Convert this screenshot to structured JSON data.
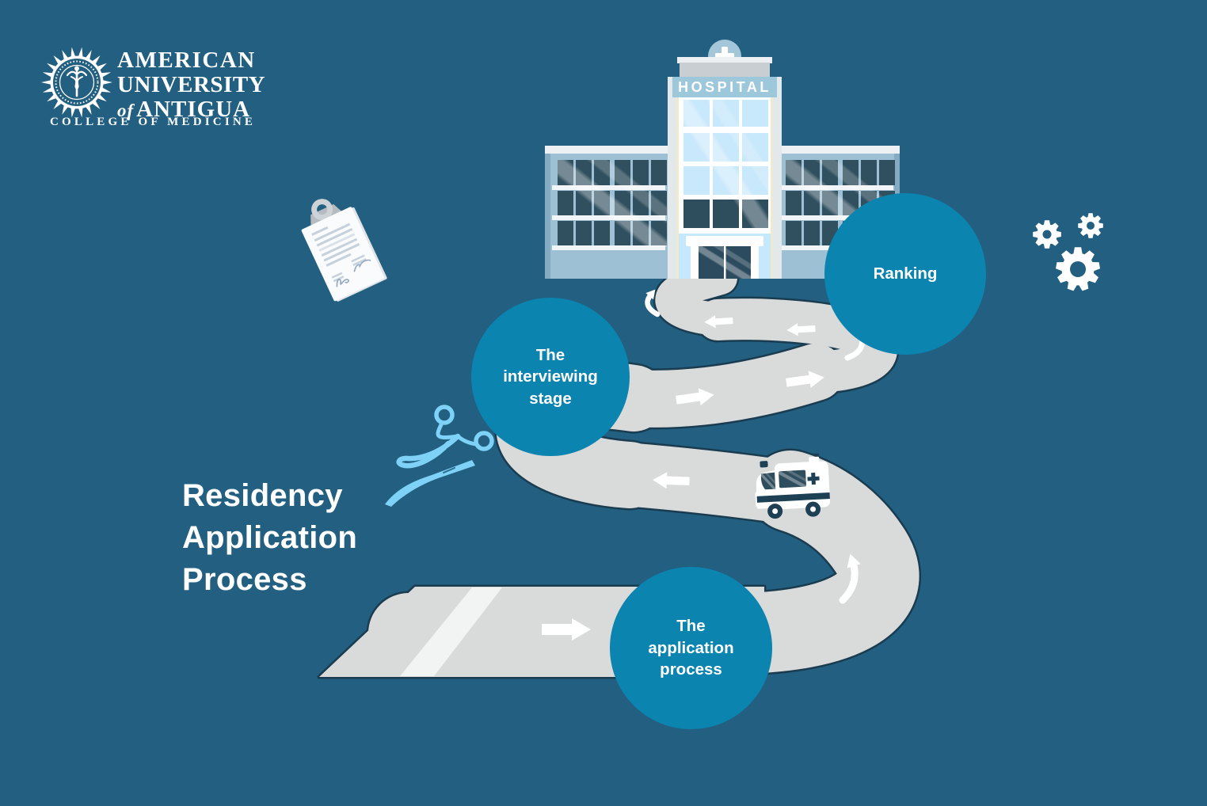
{
  "brand": {
    "line1": "AMERICAN",
    "line2": "UNIVERSITY",
    "line3_of": "of",
    "line3": "ANTIGUA",
    "line4": "COLLEGE OF MEDICINE"
  },
  "title": {
    "lines": [
      "Residency",
      "Application",
      "Process"
    ]
  },
  "hospital_sign": "HOSPITAL",
  "steps": [
    {
      "id": "application",
      "label": "The\napplication\nprocess"
    },
    {
      "id": "interviewing",
      "label": "The\ninterviewing\nstage"
    },
    {
      "id": "ranking",
      "label": "Ranking"
    }
  ],
  "icons": {
    "seal": "university-seal-icon",
    "caduceus": "caduceus-icon",
    "hospital_cross": "medical-cross-icon",
    "hospital": "hospital-building-illustration",
    "road": "winding-road-illustration",
    "arrows": "road-direction-arrows",
    "ambulance": "ambulance-icon",
    "clipboard": "clipboard-document-icon",
    "tools": "surgical-scissors-scalpel-icon",
    "gears": "gears-icon"
  },
  "colors": {
    "background": "#225F80",
    "step_circle": "#0C84B0",
    "road": "#D9DADA",
    "road_stripe": "#F2F3F3",
    "road_outline": "#1A3C50",
    "arrow": "#FFFFFF",
    "wing_wall": "#9DC0D4",
    "window_dark": "#31505F",
    "pane_light": "#C8E8FB",
    "sign_band": "#9DC7DB",
    "roof": "#C8CED2",
    "entrance": "#C6E8FC",
    "door": "#2C4B5E",
    "tools_accent": "#7ED2F7",
    "white": "#FFFFFF"
  }
}
